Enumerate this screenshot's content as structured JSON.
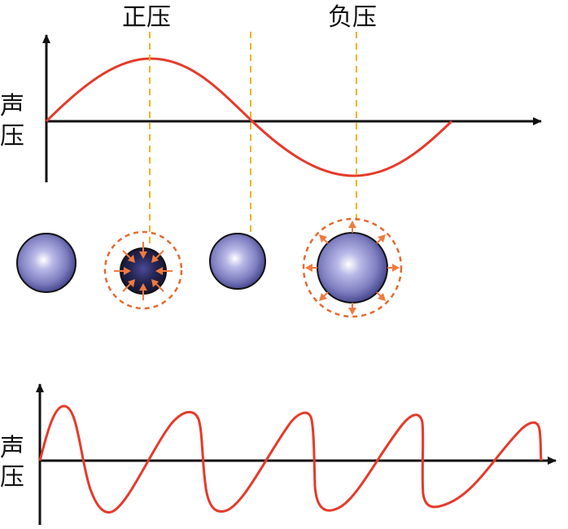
{
  "labels": {
    "positive_pressure": "正压",
    "negative_pressure": "负压",
    "top_y_axis_line1": "声",
    "top_y_axis_line2": "压",
    "bottom_y_axis_line1": "声",
    "bottom_y_axis_line2": "压"
  },
  "colors": {
    "wave_red": "#e53a2a",
    "guide_orange": "#f4b120",
    "dashed_outline": "#e46a2f",
    "arrow_orange": "#f07a3e",
    "bubble_blue_light": "#ffffff",
    "bubble_blue_mid": "#8888cc",
    "bubble_blue_dark": "#3f3f87",
    "compressed_dark": "#1b1b3b",
    "axis_black": "#111111"
  },
  "icons": {
    "axis_arrow": "arrowhead-icon"
  }
}
